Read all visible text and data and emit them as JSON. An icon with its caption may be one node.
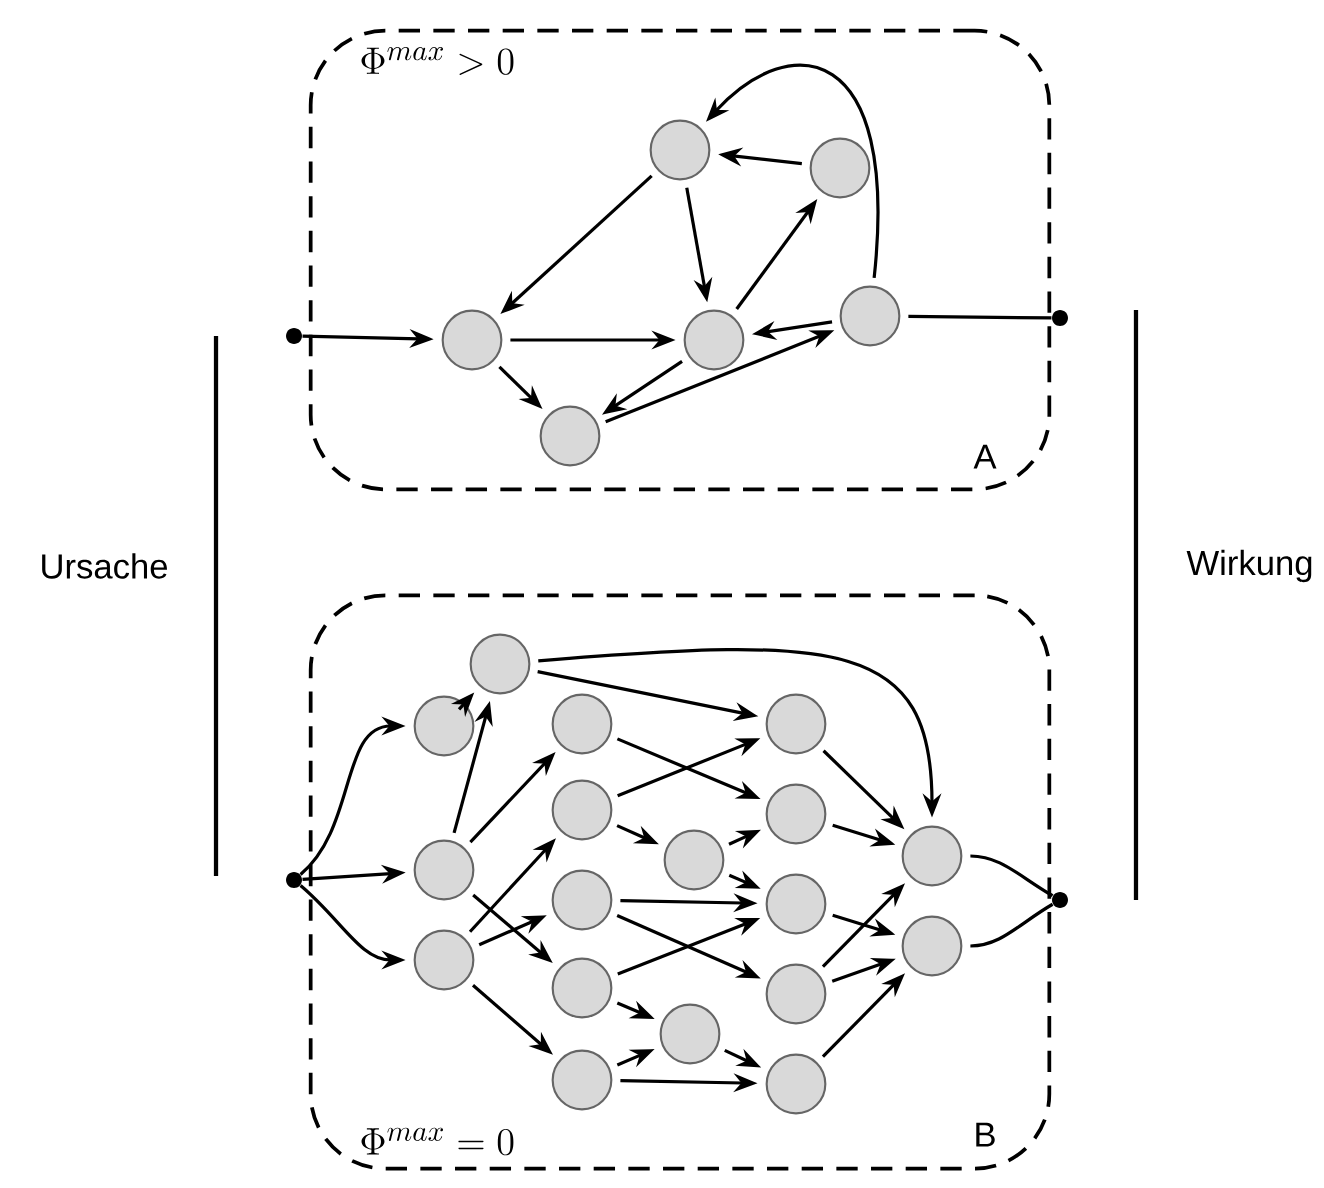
{
  "diagram": {
    "nodes": [
      {
        "text": [],
        "shape": "dot"
      },
      {
        "text": [
          "\\Phi^{max} > 0",
          "A"
        ]
      },
      {
        "text": [],
        "shape": "circle",
        "in": 1
      },
      {
        "text": [],
        "shape": "circle",
        "in": 1
      },
      {
        "text": [],
        "shape": "circle",
        "in": 1
      },
      {
        "text": [],
        "shape": "circle",
        "in": 1
      },
      {
        "text": [],
        "shape": "circle",
        "in": 1
      },
      {
        "text": [],
        "shape": "circle",
        "in": 1
      },
      {
        "text": [],
        "shape": "dot"
      },
      {
        "text": [],
        "shape": "dot"
      },
      {
        "text": [
          "\\Phi^{max} = 0",
          "B"
        ]
      },
      {
        "text": [],
        "shape": "circle",
        "in": 10
      },
      {
        "text": [],
        "shape": "circle",
        "in": 10
      },
      {
        "text": [],
        "shape": "circle",
        "in": 10
      },
      {
        "text": [],
        "shape": "circle",
        "in": 10
      },
      {
        "text": [],
        "shape": "circle",
        "in": 10
      },
      {
        "text": [],
        "shape": "circle",
        "in": 10
      },
      {
        "text": [],
        "shape": "circle",
        "in": 10
      },
      {
        "text": [],
        "shape": "circle",
        "in": 10
      },
      {
        "text": [],
        "shape": "circle",
        "in": 10
      },
      {
        "text": [],
        "shape": "circle",
        "in": 10
      },
      {
        "text": [],
        "shape": "circle",
        "in": 10
      },
      {
        "text": [],
        "shape": "circle",
        "in": 10
      },
      {
        "text": [],
        "shape": "circle",
        "in": 10
      },
      {
        "text": [],
        "shape": "circle",
        "in": 10
      },
      {
        "text": [],
        "shape": "circle",
        "in": 10
      },
      {
        "text": [],
        "shape": "circle",
        "in": 10
      },
      {
        "text": [],
        "shape": "circle",
        "in": 10
      },
      {
        "text": [],
        "shape": "circle",
        "in": 10
      },
      {
        "text": [],
        "shape": "dot"
      }
    ],
    "edges": [
      {
        "from": 0,
        "to": 4,
        "arrow": "to"
      },
      {
        "from": 2,
        "to": 4,
        "arrow": "to"
      },
      {
        "from": 2,
        "to": 5,
        "arrow": "to"
      },
      {
        "from": 3,
        "to": 2,
        "arrow": "to"
      },
      {
        "from": 4,
        "to": 5,
        "arrow": "to"
      },
      {
        "from": 4,
        "to": 7,
        "arrow": "to"
      },
      {
        "from": 5,
        "to": 3,
        "arrow": "to"
      },
      {
        "from": 5,
        "to": 7,
        "arrow": "to"
      },
      {
        "from": 6,
        "to": 5,
        "arrow": "to"
      },
      {
        "from": 7,
        "to": 6,
        "arrow": "to"
      },
      {
        "from": 6,
        "to": 2,
        "arrow": "to"
      },
      {
        "from": 6,
        "to": 8,
        "arrow": "none"
      },
      {
        "from": 9,
        "to": 12,
        "arrow": "to"
      },
      {
        "from": 9,
        "to": 13,
        "arrow": "to"
      },
      {
        "from": 9,
        "to": 14,
        "arrow": "to"
      },
      {
        "from": 12,
        "to": 11,
        "arrow": "to"
      },
      {
        "from": 13,
        "to": 11,
        "arrow": "to"
      },
      {
        "from": 13,
        "to": 15,
        "arrow": "to"
      },
      {
        "from": 13,
        "to": 18,
        "arrow": "to"
      },
      {
        "from": 14,
        "to": 16,
        "arrow": "to"
      },
      {
        "from": 14,
        "to": 17,
        "arrow": "to"
      },
      {
        "from": 14,
        "to": 19,
        "arrow": "to"
      },
      {
        "from": 11,
        "to": 27,
        "arrow": "to"
      },
      {
        "from": 11,
        "to": 22,
        "arrow": "to"
      },
      {
        "from": 15,
        "to": 23,
        "arrow": "to"
      },
      {
        "from": 16,
        "to": 22,
        "arrow": "to"
      },
      {
        "from": 16,
        "to": 20,
        "arrow": "to"
      },
      {
        "from": 17,
        "to": 24,
        "arrow": "to"
      },
      {
        "from": 17,
        "to": 25,
        "arrow": "to"
      },
      {
        "from": 18,
        "to": 24,
        "arrow": "to"
      },
      {
        "from": 18,
        "to": 21,
        "arrow": "to"
      },
      {
        "from": 19,
        "to": 21,
        "arrow": "to"
      },
      {
        "from": 19,
        "to": 26,
        "arrow": "to"
      },
      {
        "from": 20,
        "to": 23,
        "arrow": "to"
      },
      {
        "from": 20,
        "to": 24,
        "arrow": "to"
      },
      {
        "from": 21,
        "to": 26,
        "arrow": "to"
      },
      {
        "from": 22,
        "to": 27,
        "arrow": "to"
      },
      {
        "from": 23,
        "to": 27,
        "arrow": "to"
      },
      {
        "from": 24,
        "to": 28,
        "arrow": "to"
      },
      {
        "from": 25,
        "to": 27,
        "arrow": "to"
      },
      {
        "from": 25,
        "to": 28,
        "arrow": "to"
      },
      {
        "from": 26,
        "to": 28,
        "arrow": "to"
      },
      {
        "from": 27,
        "to": 29,
        "arrow": "none"
      },
      {
        "from": 28,
        "to": 29,
        "arrow": "none"
      }
    ],
    "labels": [
      "Ursache",
      "Wirkung"
    ]
  }
}
